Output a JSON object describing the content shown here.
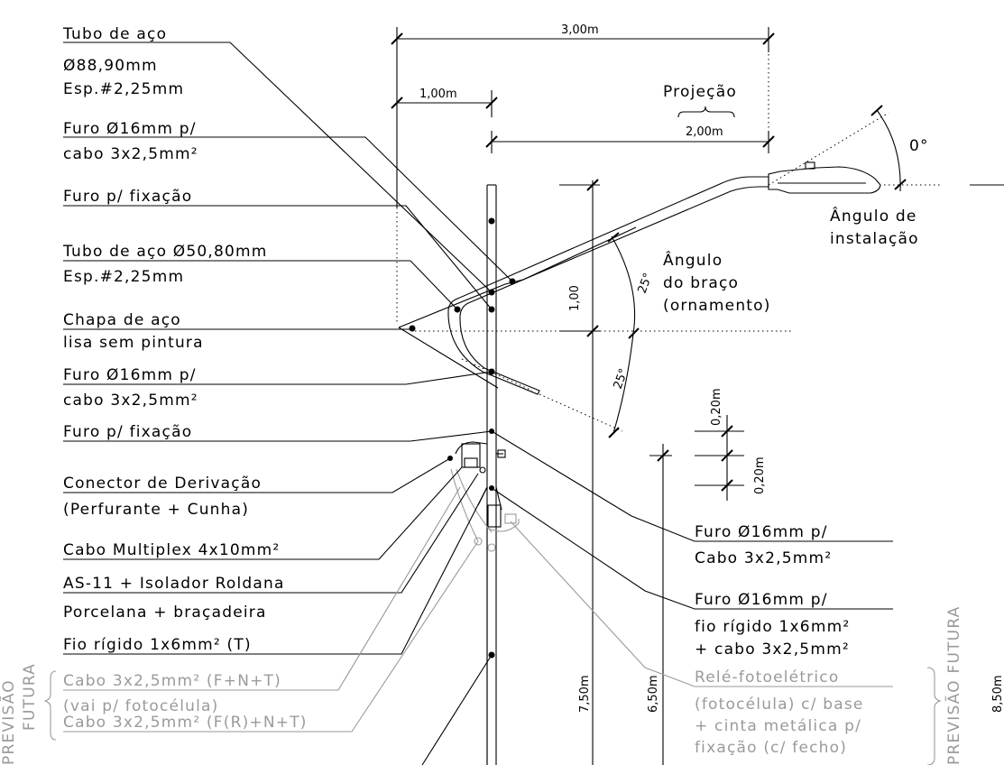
{
  "labels_left": [
    {
      "key": "tubo_aco_1",
      "lines": [
        "Tubo de aço",
        "Ø88,90mm",
        "Esp.#2,25mm"
      ]
    },
    {
      "key": "furo_1",
      "lines": [
        "Furo Ø16mm p/",
        "cabo 3x2,5mm²"
      ]
    },
    {
      "key": "furo_fix_1",
      "lines": [
        "Furo p/ fixação"
      ]
    },
    {
      "key": "tubo_aco_2",
      "lines": [
        "Tubo de aço Ø50,80mm",
        "Esp.#2,25mm"
      ]
    },
    {
      "key": "chapa",
      "lines": [
        "Chapa de aço",
        "lisa sem pintura"
      ]
    },
    {
      "key": "furo_2",
      "lines": [
        "Furo Ø16mm p/",
        "cabo 3x2,5mm²"
      ]
    },
    {
      "key": "furo_fix_2",
      "lines": [
        "Furo p/ fixação"
      ]
    },
    {
      "key": "conector",
      "lines": [
        "Conector de Derivação",
        "(Perfurante + Cunha)"
      ]
    },
    {
      "key": "cabo_multiplex",
      "lines": [
        "Cabo Multiplex 4x10mm²"
      ]
    },
    {
      "key": "as11",
      "lines": [
        "AS-11 + Isolador Roldana",
        "Porcelana + braçadeira"
      ]
    },
    {
      "key": "fio_rigido",
      "lines": [
        "Fio rígido 1x6mm² (T)"
      ]
    }
  ],
  "labels_left_future": [
    {
      "key": "cabo_fnt",
      "lines": [
        "Cabo 3x2,5mm² (F+N+T)",
        "(vai p/ fotocélula)"
      ]
    },
    {
      "key": "cabo_frnt",
      "lines": [
        "Cabo 3x2,5mm² (F(R)+N+T)"
      ]
    }
  ],
  "previsao_futura_left": [
    "PREVISÃO",
    "FUTURA"
  ],
  "labels_right": [
    {
      "key": "furo_3",
      "lines": [
        "Furo Ø16mm p/",
        "Cabo 3x2,5mm²"
      ]
    },
    {
      "key": "furo_4",
      "lines": [
        "Furo Ø16mm p/",
        "fio rígido 1x6mm²",
        "+ cabo 3x2,5mm²"
      ]
    }
  ],
  "labels_right_future": {
    "lines": [
      "Relé-fotoelétrico",
      "(fotocélula) c/ base",
      "+ cinta metálica p/",
      "fixação (c/ fecho)"
    ]
  },
  "previsao_futura_right": "PREVISÃO FUTURA",
  "dimensions": {
    "total_width": "3,00m",
    "arm_offset": "1,00m",
    "projecao_label": "Projeção",
    "projecao": "2,00m",
    "arm_rise": "1,00",
    "spacing_1": "0,20m",
    "spacing_2": "0,20m",
    "height_750": "7,50m",
    "height_650": "6,50m",
    "height_850": "8,50m"
  },
  "angles": {
    "angulo_braco": [
      "Ângulo",
      "do braço",
      "(ornamento)"
    ],
    "arm_angle_upper": "25°",
    "arm_angle_lower": "25°",
    "installation_angle": "0°",
    "angulo_instalacao": [
      "Ângulo de",
      "instalação"
    ]
  }
}
